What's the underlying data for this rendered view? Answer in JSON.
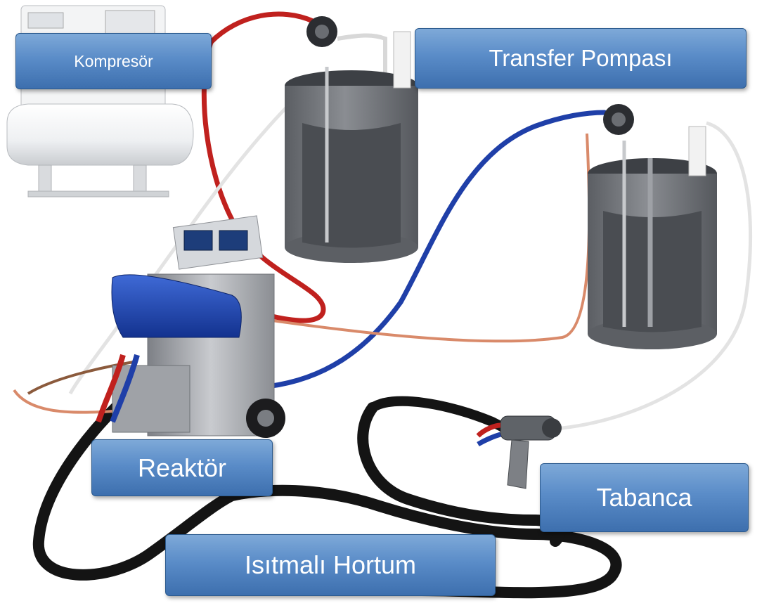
{
  "labels": {
    "compressor": "Kompresör",
    "transfer_pump": "Transfer Pompası",
    "reactor": "Reaktör",
    "gun": "Tabanca",
    "heated_hose": "Isıtmalı Hortum"
  },
  "colors": {
    "callout_fill": "#5a8cc8",
    "hose_red": "#c0211e",
    "hose_blue": "#1f3fa8",
    "hose_white": "#e6e6e6",
    "hose_black": "#141414",
    "hose_copper": "#d98a6a",
    "drum_gray": "#6e7177"
  }
}
